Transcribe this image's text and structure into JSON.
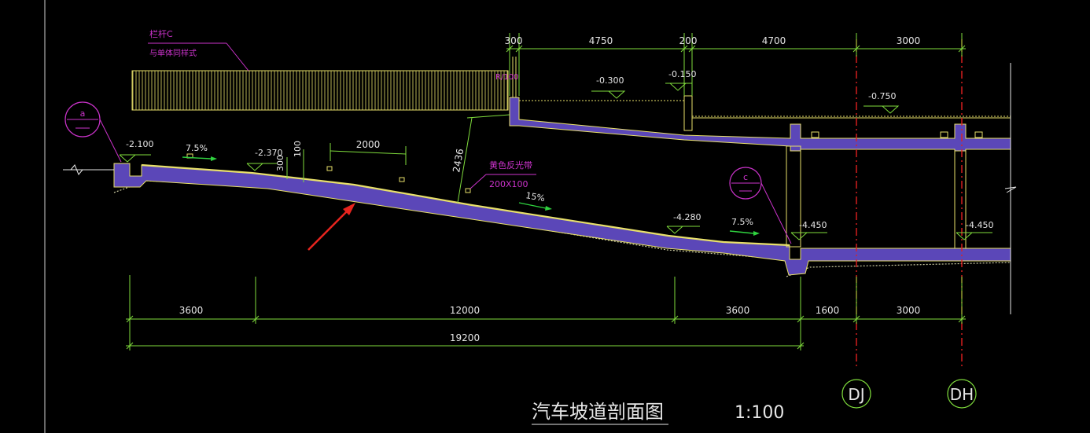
{
  "colors": {
    "background": "#000000",
    "dimension": "#7fdc3c",
    "annotation": "#cc33cc",
    "slab_fill": "#5b47b8",
    "slab_edge": "#e8e06a",
    "axis": "#e02020",
    "arrow_red": "#e8241e",
    "text_white": "#e6e6e6",
    "slope_green": "#2fd23f"
  },
  "labels": {
    "railing_line1": "栏杆C",
    "railing_line2": "与单体同样式",
    "curb_note": "R/100",
    "reflector_line1": "黄色反光带",
    "reflector_line2": "200X100",
    "title": "汽车坡道剖面图",
    "scale": "1:100"
  },
  "detail_marks": {
    "a": "a",
    "c": "c"
  },
  "axes": {
    "dj": "DJ",
    "dh": "DH"
  },
  "elevations": {
    "e1": "-2.100",
    "e2": "-2.370",
    "e3": "-0.300",
    "e4": "-0.150",
    "e5": "-0.750",
    "e6": "-4.280",
    "e7": "-4.450",
    "e8": "-4.450"
  },
  "slopes": {
    "s1": "7.5%",
    "s2": "15%",
    "s3": "7.5%"
  },
  "dimensions": {
    "top": [
      "300",
      "4750",
      "200",
      "4700",
      "3000"
    ],
    "bottom": [
      "3600",
      "12000",
      "3600",
      "1600",
      "3000"
    ],
    "total": "19200",
    "inline_2000": "2000",
    "inline_300": "300",
    "inline_100": "100",
    "inline_2436": "2436"
  }
}
